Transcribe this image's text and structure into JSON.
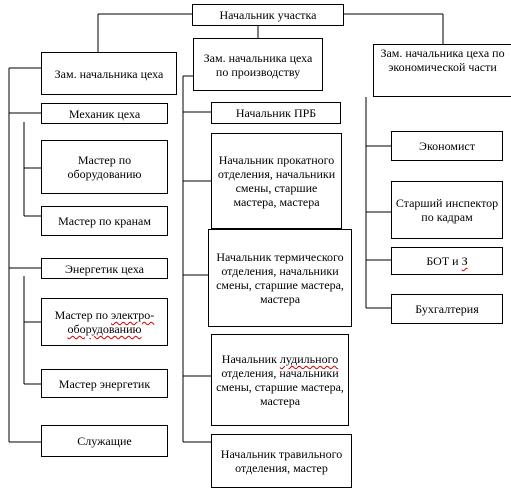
{
  "org_chart": {
    "head": "Начальник участка",
    "deputy_left": "Зам. начальника цеха",
    "deputy_production": "Зам. начальника цеха по производству",
    "deputy_economic": "Зам. начальника цеха по экономической части",
    "left_column": {
      "mechanic": "Механик цеха",
      "master_equipment": "Мастер по оборудованию",
      "master_cranes": "Мастер по кранам",
      "energetic": "Энергетик цеха",
      "master_electro_a": "Мастер по ",
      "master_electro_b": "электро-оборудованию",
      "master_energetic": "Мастер энергетик",
      "employees": "Служащие"
    },
    "center_column": {
      "prb": "Начальник ПРБ",
      "rolling": "Начальник прокатного отделения, начальники смены, старшие мастера, мастера",
      "thermal": "Начальник термического отделения, начальники смены, старшие мастера, мастера",
      "tinning_a": "Начальник ",
      "tinning_b": "лудильного",
      "tinning_c": " отделения, начальники смены, старшие мастера, мастера",
      "pickling": "Начальник травильного отделения, мастер"
    },
    "right_column": {
      "economist": "Экономист",
      "hr_inspector": "Старший инспектор по кадрам",
      "bot_a": "БОТ и ",
      "bot_b": "З",
      "accounting": "Бухгалтерия"
    }
  }
}
